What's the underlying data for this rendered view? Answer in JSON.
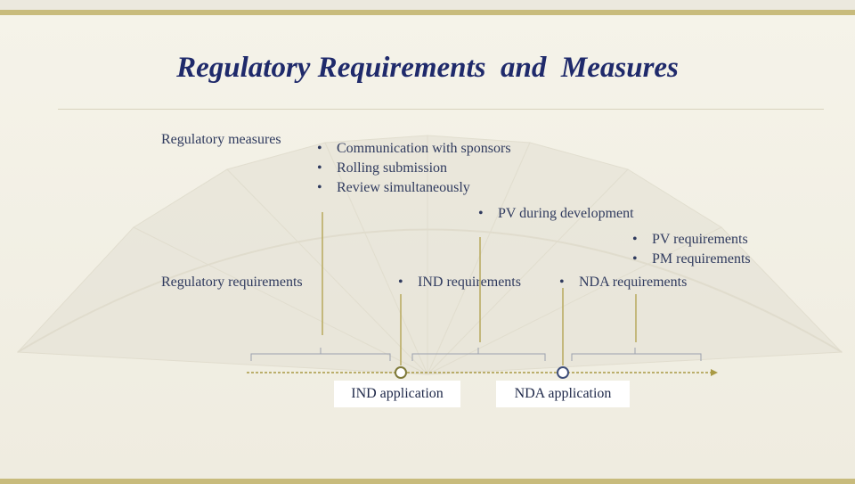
{
  "slide": {
    "title": "Regulatory Requirements  and  Measures",
    "colors": {
      "title": "#1f2a6b",
      "accent": "#c8bb7c",
      "text": "#2f3a5e"
    }
  },
  "labels": {
    "measures": "Regulatory measures",
    "requirements": "Regulatory requirements"
  },
  "measures": {
    "phase1": [
      "Communication  with sponsors",
      "Rolling submission",
      "Review simultaneously"
    ],
    "phase2": [
      "PV during development"
    ],
    "phase3": [
      "PV requirements",
      "PM requirements"
    ]
  },
  "requirements": {
    "ind": "IND requirements",
    "nda": "NDA requirements"
  },
  "milestones": {
    "ind": "IND application",
    "nda": "NDA application"
  }
}
